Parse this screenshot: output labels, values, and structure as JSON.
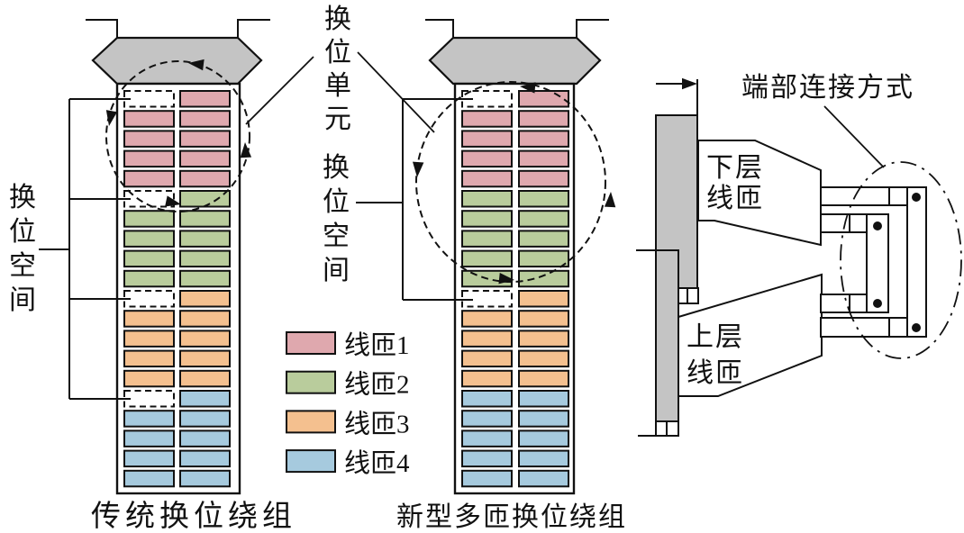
{
  "figure": {
    "unit_label": "换位单元",
    "space_label_left": "换位空间",
    "space_label_mid": "换位空间",
    "caption_traditional": "传统换位绕组",
    "caption_new": "新型多匝换位绕组",
    "end_connection_label": "端部连接方式",
    "lower_layer": [
      "下层",
      "线匝"
    ],
    "upper_layer": [
      "上层",
      "线匝"
    ]
  },
  "legend": {
    "items": [
      {
        "label": "线匝1",
        "color_key": "coil1"
      },
      {
        "label": "线匝2",
        "color_key": "coil2"
      },
      {
        "label": "线匝3",
        "color_key": "coil3"
      },
      {
        "label": "线匝4",
        "color_key": "coil4"
      }
    ]
  },
  "colors": {
    "coil1": "#dfa8ae",
    "coil2": "#b9cc9c",
    "coil3": "#f4c08f",
    "coil4": "#a6cade",
    "gray": "#c4c4c4",
    "outline": "#000000"
  },
  "windings": {
    "traditional": {
      "left_column": [
        "gap",
        "coil1",
        "coil1",
        "coil1",
        "coil1",
        "gap",
        "coil2",
        "coil2",
        "coil2",
        "coil2",
        "gap",
        "coil3",
        "coil3",
        "coil3",
        "coil3",
        "gap",
        "coil4",
        "coil4",
        "coil4",
        "coil4"
      ],
      "right_column": [
        "coil1",
        "coil1",
        "coil1",
        "coil1",
        "coil1",
        "coil2",
        "coil2",
        "coil2",
        "coil2",
        "coil2",
        "coil3",
        "coil3",
        "coil3",
        "coil3",
        "coil3",
        "coil4",
        "coil4",
        "coil4",
        "coil4",
        "coil4"
      ]
    },
    "new_multi_turn": {
      "left_column": [
        "gap",
        "coil1",
        "coil1",
        "coil1",
        "coil1",
        "coil2",
        "coil2",
        "coil2",
        "coil2",
        "coil2",
        "gap",
        "coil3",
        "coil3",
        "coil3",
        "coil3",
        "coil4",
        "coil4",
        "coil4",
        "coil4",
        "coil4"
      ],
      "right_column": [
        "coil1",
        "coil1",
        "coil1",
        "coil1",
        "coil1",
        "coil2",
        "coil2",
        "coil2",
        "coil2",
        "coil2",
        "coil3",
        "coil3",
        "coil3",
        "coil3",
        "coil3",
        "coil4",
        "coil4",
        "coil4",
        "coil4",
        "coil4"
      ]
    }
  }
}
